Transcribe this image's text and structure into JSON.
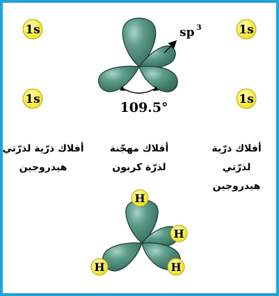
{
  "colors": {
    "frame": "#1fa3dd",
    "lobe_fill": "#4b8a78",
    "lobe_stroke": "#1c3a31",
    "badge_fill": "#f5ea1a",
    "badge_stroke": "#b8a800"
  },
  "top": {
    "badge_1s": "1s",
    "sp3_base": "sp",
    "sp3_exp": "3",
    "angle": "109.5°"
  },
  "labels": {
    "right": [
      "أفلاك ذرّية",
      "لذرّتي",
      "هيدروجين"
    ],
    "center": [
      "أفلاك مهجّنة",
      "لذرّة كربون"
    ],
    "left": [
      "أفلاك ذرّية لذرّتي",
      "هيدروجين"
    ]
  },
  "bottom": {
    "h_label": "H"
  }
}
